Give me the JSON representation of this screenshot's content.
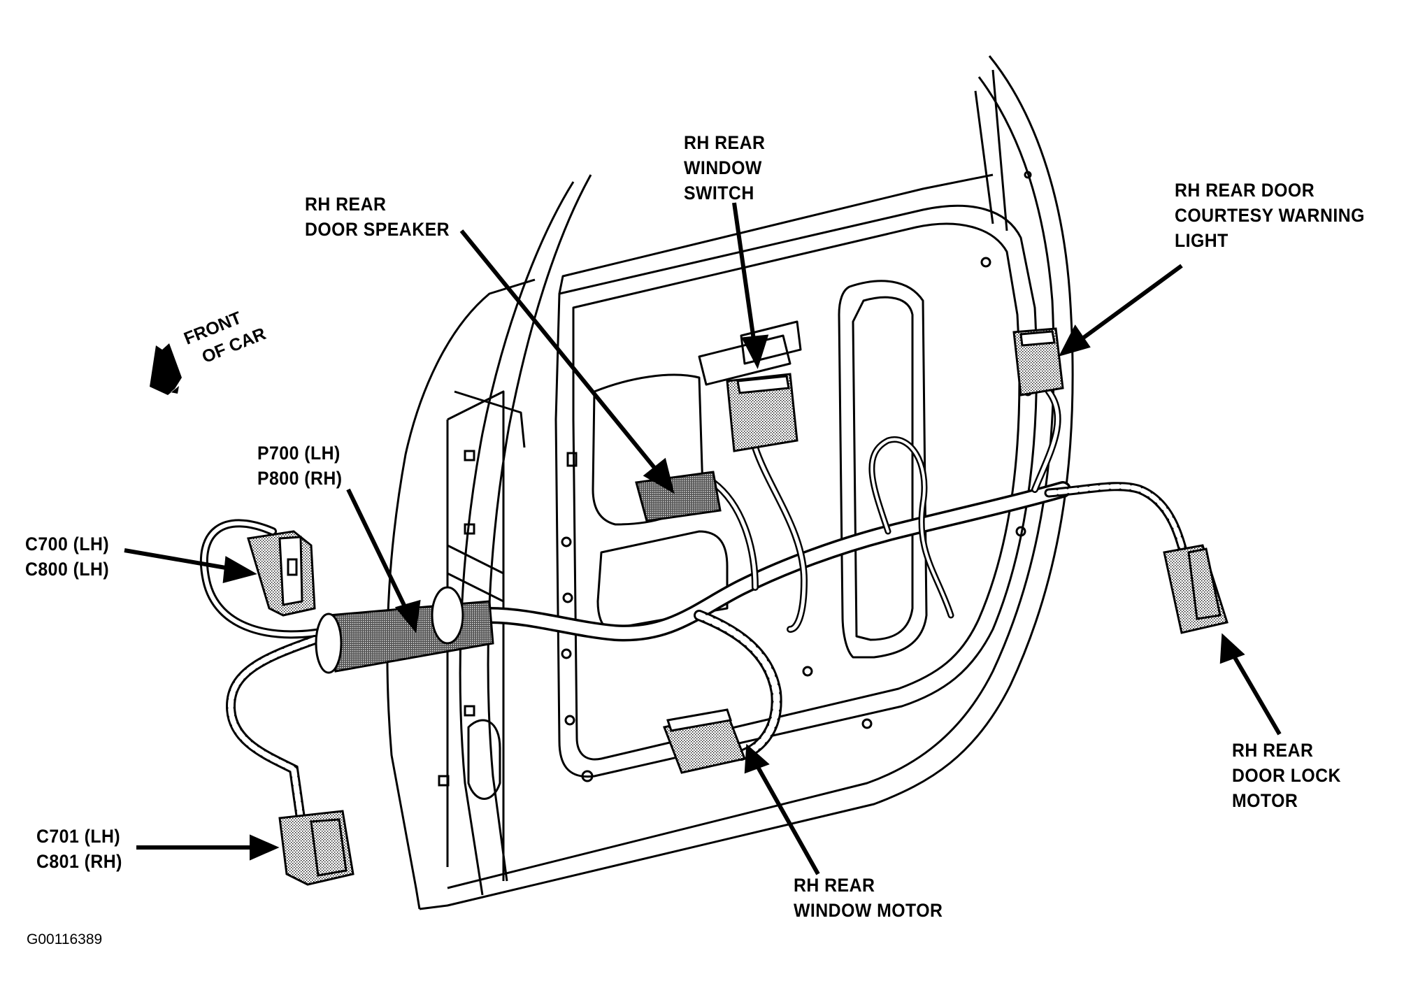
{
  "figure_id": "G00116389",
  "orientation": {
    "icon": "front-of-car-arrow",
    "lines": [
      "FRONT",
      "OF CAR"
    ]
  },
  "callouts": {
    "speaker": {
      "lines": [
        "RH REAR",
        "DOOR SPEAKER"
      ]
    },
    "switch": {
      "lines": [
        "RH REAR",
        "WINDOW",
        "SWITCH"
      ]
    },
    "courtesy_light": {
      "lines": [
        "RH REAR DOOR",
        "COURTESY WARNING",
        "LIGHT"
      ]
    },
    "p_connector": {
      "lines": [
        "P700 (LH)",
        "P800 (RH)"
      ]
    },
    "c700": {
      "lines": [
        "C700 (LH)",
        "C800 (LH)"
      ]
    },
    "c701": {
      "lines": [
        "C701 (LH)",
        "C801 (RH)"
      ]
    },
    "lock_motor": {
      "lines": [
        "RH REAR",
        "DOOR LOCK",
        "MOTOR"
      ]
    },
    "window_motor": {
      "lines": [
        "RH REAR",
        "WINDOW MOTOR"
      ]
    }
  }
}
